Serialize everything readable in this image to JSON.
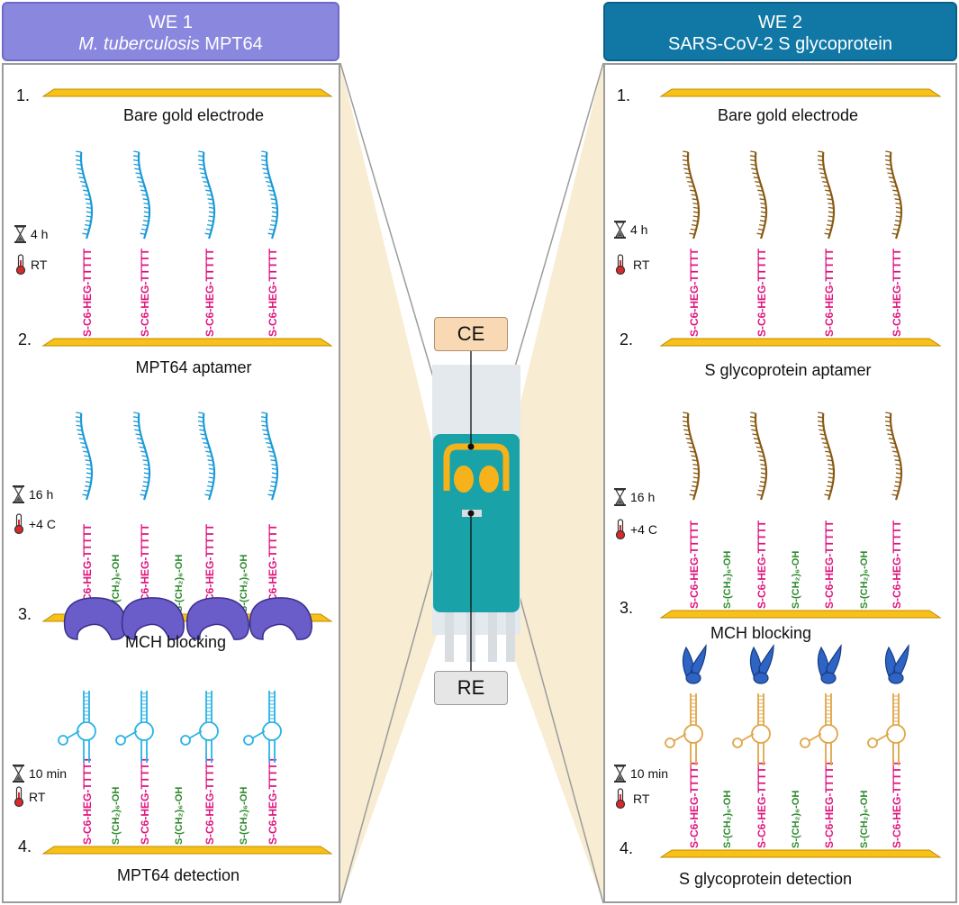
{
  "we1": {
    "title": "WE 1",
    "subtitle_italic": "M. tuberculosis",
    "subtitle_rest": " MPT64",
    "steps": {
      "s1": {
        "num": "1.",
        "caption": "Bare gold electrode"
      },
      "s2": {
        "num": "2.",
        "caption": "MPT64 aptamer",
        "time": "4 h",
        "temp": "RT"
      },
      "s3": {
        "num": "3.",
        "caption": "MCH blocking",
        "time": "16 h",
        "temp": "+4 C"
      },
      "s4": {
        "num": "4.",
        "caption": "MPT64 detection",
        "time": "10 min",
        "temp": "RT"
      }
    }
  },
  "we2": {
    "title": "WE 2",
    "subtitle": "SARS-CoV-2 S glycoprotein",
    "steps": {
      "s1": {
        "num": "1.",
        "caption": "Bare gold electrode"
      },
      "s2": {
        "num": "2.",
        "caption": "S glycoprotein aptamer",
        "time": "4 h",
        "temp": "RT"
      },
      "s3": {
        "num": "3.",
        "caption": "MCH blocking",
        "time": "16 h",
        "temp": "+4 C"
      },
      "s4": {
        "num": "4.",
        "caption": "S glycoprotein detection",
        "time": "10 min",
        "temp": "RT"
      }
    }
  },
  "center": {
    "ce_label": "CE",
    "re_label": "RE"
  },
  "molecules": {
    "linker_label": "S-C6-HEG-TTTTT",
    "mch_label": "S-(CH₂)₆-OH"
  },
  "colors": {
    "gold": "#f7c117",
    "linker": "#e0147f",
    "mch": "#2e8b2e",
    "aptamer_we1": "#1c9ad6",
    "aptamer_we2": "#8a5a14",
    "protein_we1": "#6a5cc9",
    "protein_we2": "#2f63c4"
  },
  "icons": {
    "time": "hourglass-icon",
    "temp": "thermometer-icon"
  }
}
